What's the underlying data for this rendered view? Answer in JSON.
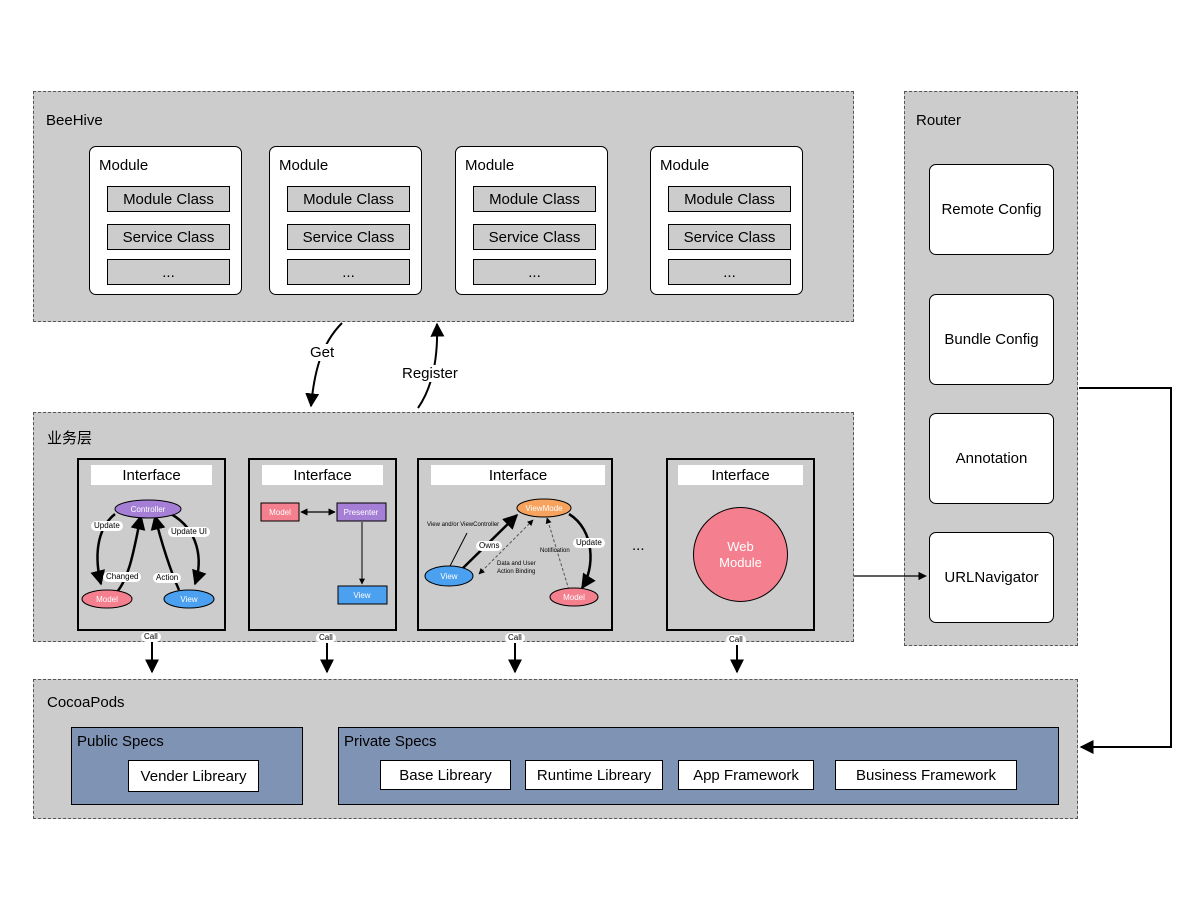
{
  "beehive": {
    "title": "BeeHive",
    "modules": [
      {
        "title": "Module",
        "slots": [
          "Module Class",
          "Service Class",
          "..."
        ]
      },
      {
        "title": "Module",
        "slots": [
          "Module Class",
          "Service Class",
          "..."
        ]
      },
      {
        "title": "Module",
        "slots": [
          "Module Class",
          "Service Class",
          "..."
        ]
      },
      {
        "title": "Module",
        "slots": [
          "Module Class",
          "Service Class",
          "..."
        ]
      }
    ]
  },
  "router": {
    "title": "Router",
    "items": [
      "Remote Config",
      "Bundle Config",
      "Annotation",
      "URLNavigator"
    ]
  },
  "links": {
    "get": "Get",
    "register": "Register",
    "call": "Call"
  },
  "business": {
    "title": "业务层",
    "ellipsis": "...",
    "interfaces": [
      {
        "title": "Interface",
        "pattern": "MVC",
        "nodes": {
          "controller": "Controller",
          "model": "Model",
          "view": "View"
        },
        "labels": {
          "update": "Update",
          "update_ui": "Update UI",
          "changed": "Changed",
          "action": "Action"
        }
      },
      {
        "title": "Interface",
        "pattern": "MVP",
        "nodes": {
          "model": "Model",
          "presenter": "Presenter",
          "view": "View"
        }
      },
      {
        "title": "Interface",
        "pattern": "MVVM",
        "nodes": {
          "viewmodel": "ViewMode",
          "view": "View",
          "model": "Model"
        },
        "labels": {
          "owner": "View and/or ViewController",
          "owns": "Owns",
          "notification": "Notification",
          "update": "Update",
          "binding_1": "Data and User",
          "binding_2": "Action Binding"
        }
      },
      {
        "title": "Interface",
        "pattern": "Web",
        "nodes": {
          "web_1": "Web",
          "web_2": "Module"
        }
      }
    ]
  },
  "cocoapods": {
    "title": "CocoaPods",
    "public_specs": {
      "title": "Public Specs",
      "items": [
        "Vender Libreary"
      ]
    },
    "private_specs": {
      "title": "Private Specs",
      "items": [
        "Base Libreary",
        "Runtime Libreary",
        "App Framework",
        "Business Framework"
      ]
    }
  },
  "colors": {
    "region": "#cccccc",
    "controller": "#a57ed6",
    "model": "#f47f8e",
    "view": "#4ba0f0",
    "viewmodel": "#f7a35e",
    "web": "#f47f8e",
    "specs": "#7f93b4"
  }
}
